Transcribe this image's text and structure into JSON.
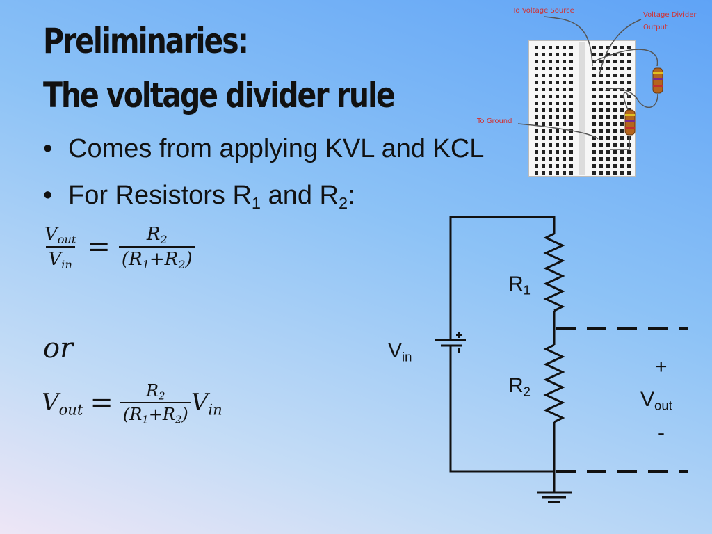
{
  "title": {
    "line1": "Preliminaries:",
    "line2": "The voltage divider rule"
  },
  "bullets": [
    {
      "marker": "•",
      "text": "Comes from applying KVL and KCL"
    },
    {
      "marker": "•",
      "text_before": "For Resistors R",
      "sub1": "1",
      "text_mid": " and R",
      "sub2": "2",
      "text_after": ":"
    }
  ],
  "equation1": {
    "lhs_num": "V",
    "lhs_num_sub": "out",
    "lhs_den": "V",
    "lhs_den_sub": "in",
    "equals": "=",
    "rhs_num": "R",
    "rhs_num_sub": "2",
    "rhs_den_open": "(R",
    "rhs_den_sub1": "1",
    "rhs_den_plus": "+R",
    "rhs_den_sub2": "2",
    "rhs_den_close": ")"
  },
  "or_text": "or",
  "equation2": {
    "lhs": "V",
    "lhs_sub": "out",
    "equals": "=",
    "rhs_num": "R",
    "rhs_num_sub": "2",
    "rhs_den_open": "(R",
    "rhs_den_sub1": "1",
    "rhs_den_plus": "+R",
    "rhs_den_sub2": "2",
    "rhs_den_close": ")",
    "tail": "V",
    "tail_sub": "in"
  },
  "circuit": {
    "r1_label": "R",
    "r1_sub": "1",
    "r2_label": "R",
    "r2_sub": "2",
    "vin_label": "V",
    "vin_sub": "in",
    "vout_plus": "+",
    "vout_label": "V",
    "vout_sub": "out",
    "vout_minus": "-"
  },
  "breadboard": {
    "to_voltage_source": "To Voltage Source",
    "divider_output_line1": "Voltage Divider",
    "divider_output_line2": "Output",
    "to_ground": "To Ground"
  },
  "colors": {
    "label_red": "#d23030",
    "resistor_body": "#b5651d",
    "wire": "#222222"
  }
}
